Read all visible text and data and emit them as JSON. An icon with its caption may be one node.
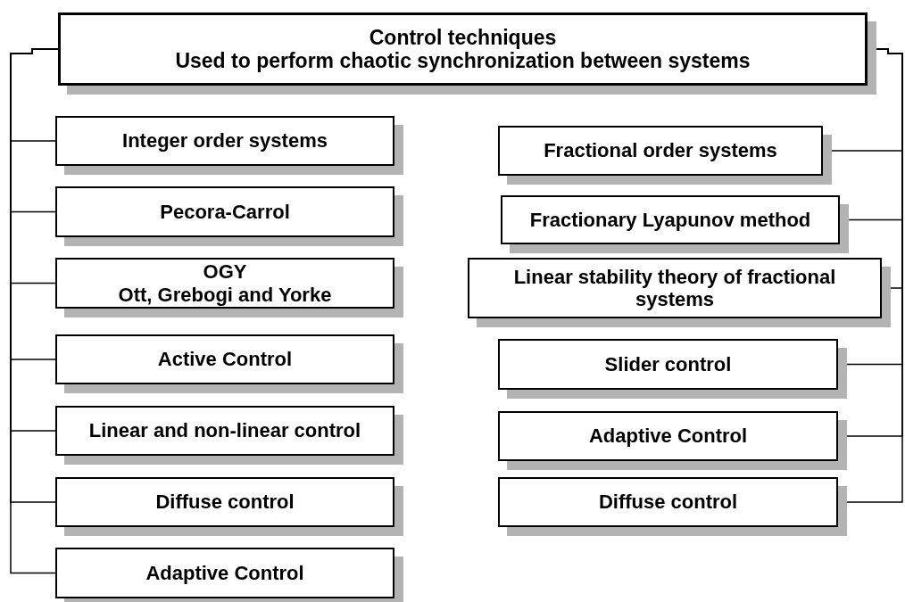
{
  "diagram": {
    "nodes": [
      {
        "text": [
          "Control techniques",
          "Used to perform chaotic synchronization between systems"
        ]
      },
      {
        "text": [
          "Integer order systems"
        ]
      },
      {
        "text": [
          "Pecora-Carrol"
        ]
      },
      {
        "text": [
          "OGY",
          "Ott, Grebogi and Yorke"
        ]
      },
      {
        "text": [
          "Active Control"
        ]
      },
      {
        "text": [
          "Linear and non-linear control"
        ]
      },
      {
        "text": [
          "Diffuse control"
        ]
      },
      {
        "text": [
          "Adaptive Control"
        ]
      },
      {
        "text": [
          "Fractional order systems"
        ]
      },
      {
        "text": [
          "Fractionary Lyapunov method"
        ]
      },
      {
        "text": [
          "Linear stability theory of fractional systems"
        ]
      },
      {
        "text": [
          "Slider control"
        ]
      },
      {
        "text": [
          "Adaptive Control"
        ]
      },
      {
        "text": [
          "Diffuse control"
        ]
      }
    ],
    "edges": [
      {
        "from": 0,
        "to": 1,
        "arrow": "none"
      },
      {
        "from": 0,
        "to": 2,
        "arrow": "none"
      },
      {
        "from": 0,
        "to": 3,
        "arrow": "none"
      },
      {
        "from": 0,
        "to": 4,
        "arrow": "none"
      },
      {
        "from": 0,
        "to": 5,
        "arrow": "none"
      },
      {
        "from": 0,
        "to": 6,
        "arrow": "none"
      },
      {
        "from": 0,
        "to": 7,
        "arrow": "none"
      },
      {
        "from": 0,
        "to": 8,
        "arrow": "none"
      },
      {
        "from": 0,
        "to": 9,
        "arrow": "none"
      },
      {
        "from": 0,
        "to": 10,
        "arrow": "none"
      },
      {
        "from": 0,
        "to": 11,
        "arrow": "none"
      },
      {
        "from": 0,
        "to": 12,
        "arrow": "none"
      },
      {
        "from": 0,
        "to": 13,
        "arrow": "none"
      }
    ]
  }
}
